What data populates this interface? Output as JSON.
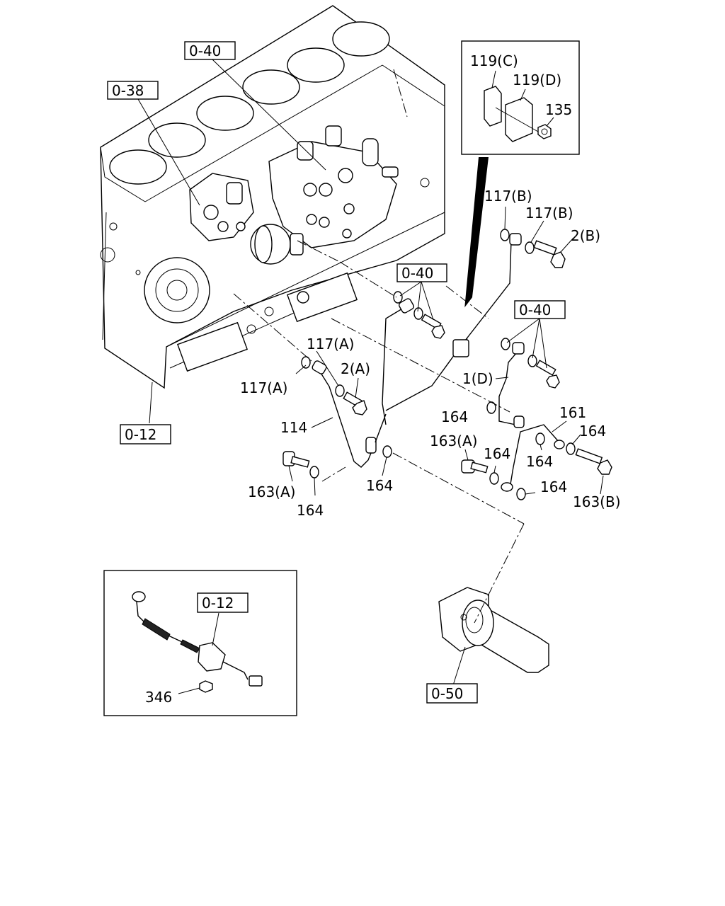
{
  "references": {
    "ref_0_40_top": "0-40",
    "ref_0_38": "0-38",
    "ref_0_40_mid": "0-40",
    "ref_0_40_right": "0-40",
    "ref_0_12_main": "0-12",
    "ref_0_12_inset": "0-12",
    "ref_0_50": "0-50"
  },
  "callouts": {
    "c_119c": "119(C)",
    "c_119d": "119(D)",
    "c_135": "135",
    "c_117b_1": "117(B)",
    "c_117b_2": "117(B)",
    "c_2b": "2(B)",
    "c_117a_1": "117(A)",
    "c_117a_2": "117(A)",
    "c_2a": "2(A)",
    "c_1d": "1(D)",
    "c_114": "114",
    "c_164_1": "164",
    "c_161": "161",
    "c_164_2": "164",
    "c_163a_1": "163(A)",
    "c_164_3": "164",
    "c_164_4": "164",
    "c_164_5": "164",
    "c_164_6": "164",
    "c_163a_2": "163(A)",
    "c_164_7": "164",
    "c_163b": "163(B)",
    "c_346": "346"
  }
}
